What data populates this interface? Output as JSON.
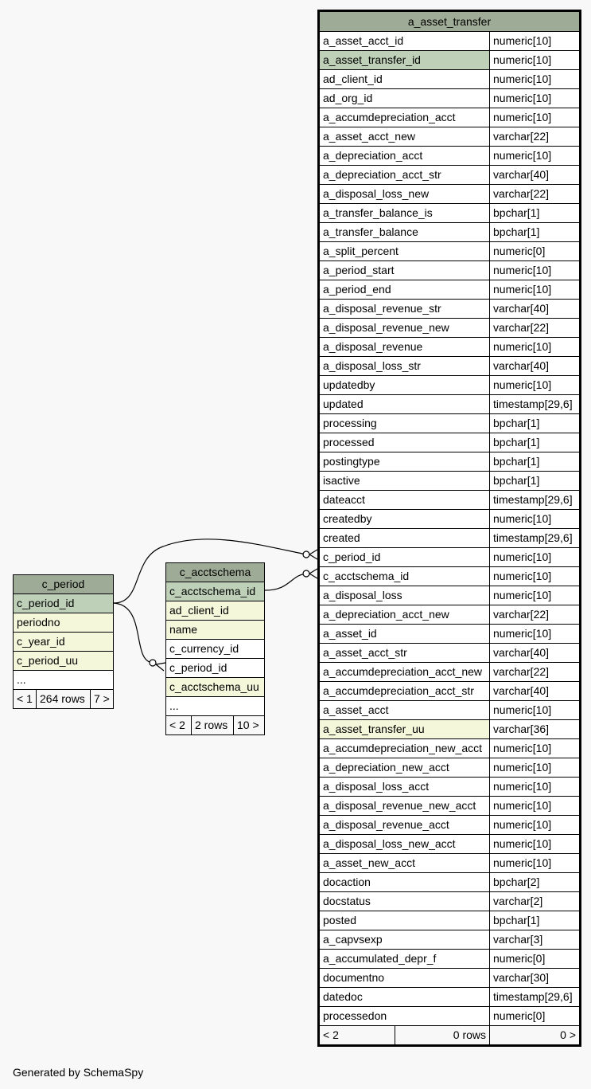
{
  "asset_transfer": {
    "title": "a_asset_transfer",
    "columns": [
      {
        "name": "a_asset_acct_id",
        "type": "numeric[10]",
        "kind": ""
      },
      {
        "name": "a_asset_transfer_id",
        "type": "numeric[10]",
        "kind": "pk"
      },
      {
        "name": "ad_client_id",
        "type": "numeric[10]",
        "kind": ""
      },
      {
        "name": "ad_org_id",
        "type": "numeric[10]",
        "kind": ""
      },
      {
        "name": "a_accumdepreciation_acct",
        "type": "numeric[10]",
        "kind": ""
      },
      {
        "name": "a_asset_acct_new",
        "type": "varchar[22]",
        "kind": ""
      },
      {
        "name": "a_depreciation_acct",
        "type": "numeric[10]",
        "kind": ""
      },
      {
        "name": "a_depreciation_acct_str",
        "type": "varchar[40]",
        "kind": ""
      },
      {
        "name": "a_disposal_loss_new",
        "type": "varchar[22]",
        "kind": ""
      },
      {
        "name": "a_transfer_balance_is",
        "type": "bpchar[1]",
        "kind": ""
      },
      {
        "name": "a_transfer_balance",
        "type": "bpchar[1]",
        "kind": ""
      },
      {
        "name": "a_split_percent",
        "type": "numeric[0]",
        "kind": ""
      },
      {
        "name": "a_period_start",
        "type": "numeric[10]",
        "kind": ""
      },
      {
        "name": "a_period_end",
        "type": "numeric[10]",
        "kind": ""
      },
      {
        "name": "a_disposal_revenue_str",
        "type": "varchar[40]",
        "kind": ""
      },
      {
        "name": "a_disposal_revenue_new",
        "type": "varchar[22]",
        "kind": ""
      },
      {
        "name": "a_disposal_revenue",
        "type": "numeric[10]",
        "kind": ""
      },
      {
        "name": "a_disposal_loss_str",
        "type": "varchar[40]",
        "kind": ""
      },
      {
        "name": "updatedby",
        "type": "numeric[10]",
        "kind": ""
      },
      {
        "name": "updated",
        "type": "timestamp[29,6]",
        "kind": ""
      },
      {
        "name": "processing",
        "type": "bpchar[1]",
        "kind": ""
      },
      {
        "name": "processed",
        "type": "bpchar[1]",
        "kind": ""
      },
      {
        "name": "postingtype",
        "type": "bpchar[1]",
        "kind": ""
      },
      {
        "name": "isactive",
        "type": "bpchar[1]",
        "kind": ""
      },
      {
        "name": "dateacct",
        "type": "timestamp[29,6]",
        "kind": ""
      },
      {
        "name": "createdby",
        "type": "numeric[10]",
        "kind": ""
      },
      {
        "name": "created",
        "type": "timestamp[29,6]",
        "kind": ""
      },
      {
        "name": "c_period_id",
        "type": "numeric[10]",
        "kind": ""
      },
      {
        "name": "c_acctschema_id",
        "type": "numeric[10]",
        "kind": ""
      },
      {
        "name": "a_disposal_loss",
        "type": "numeric[10]",
        "kind": ""
      },
      {
        "name": "a_depreciation_acct_new",
        "type": "varchar[22]",
        "kind": ""
      },
      {
        "name": "a_asset_id",
        "type": "numeric[10]",
        "kind": ""
      },
      {
        "name": "a_asset_acct_str",
        "type": "varchar[40]",
        "kind": ""
      },
      {
        "name": "a_accumdepreciation_acct_new",
        "type": "varchar[22]",
        "kind": ""
      },
      {
        "name": "a_accumdepreciation_acct_str",
        "type": "varchar[40]",
        "kind": ""
      },
      {
        "name": "a_asset_acct",
        "type": "numeric[10]",
        "kind": ""
      },
      {
        "name": "a_asset_transfer_uu",
        "type": "varchar[36]",
        "kind": "fk"
      },
      {
        "name": "a_accumdepreciation_new_acct",
        "type": "numeric[10]",
        "kind": ""
      },
      {
        "name": "a_depreciation_new_acct",
        "type": "numeric[10]",
        "kind": ""
      },
      {
        "name": "a_disposal_loss_acct",
        "type": "numeric[10]",
        "kind": ""
      },
      {
        "name": "a_disposal_revenue_new_acct",
        "type": "numeric[10]",
        "kind": ""
      },
      {
        "name": "a_disposal_revenue_acct",
        "type": "numeric[10]",
        "kind": ""
      },
      {
        "name": "a_disposal_loss_new_acct",
        "type": "numeric[10]",
        "kind": ""
      },
      {
        "name": "a_asset_new_acct",
        "type": "numeric[10]",
        "kind": ""
      },
      {
        "name": "docaction",
        "type": "bpchar[2]",
        "kind": ""
      },
      {
        "name": "docstatus",
        "type": "varchar[2]",
        "kind": ""
      },
      {
        "name": "posted",
        "type": "bpchar[1]",
        "kind": ""
      },
      {
        "name": "a_capvsexp",
        "type": "varchar[3]",
        "kind": ""
      },
      {
        "name": "a_accumulated_depr_f",
        "type": "numeric[0]",
        "kind": ""
      },
      {
        "name": "documentno",
        "type": "varchar[30]",
        "kind": ""
      },
      {
        "name": "datedoc",
        "type": "timestamp[29,6]",
        "kind": ""
      },
      {
        "name": "processedon",
        "type": "numeric[0]",
        "kind": ""
      }
    ],
    "footer": {
      "parents": "< 2",
      "rows": "0 rows",
      "children": "0 >"
    }
  },
  "c_period": {
    "title": "c_period",
    "columns": [
      {
        "name": "c_period_id",
        "kind": "pk"
      },
      {
        "name": "periodno",
        "kind": "fk"
      },
      {
        "name": "c_year_id",
        "kind": "fk"
      },
      {
        "name": "c_period_uu",
        "kind": "fk"
      },
      {
        "name": "...",
        "kind": ""
      }
    ],
    "footer": {
      "parents": "< 1",
      "rows": "264 rows",
      "children": "7 >"
    }
  },
  "c_acctschema": {
    "title": "c_acctschema",
    "columns": [
      {
        "name": "c_acctschema_id",
        "kind": "pk"
      },
      {
        "name": "ad_client_id",
        "kind": "fk"
      },
      {
        "name": "name",
        "kind": "fk"
      },
      {
        "name": "c_currency_id",
        "kind": ""
      },
      {
        "name": "c_period_id",
        "kind": ""
      },
      {
        "name": "c_acctschema_uu",
        "kind": "fk"
      },
      {
        "name": "...",
        "kind": ""
      }
    ],
    "footer": {
      "parents": "< 2",
      "rows": "2 rows",
      "children": "10 >"
    }
  },
  "footer_text": "Generated by SchemaSpy"
}
